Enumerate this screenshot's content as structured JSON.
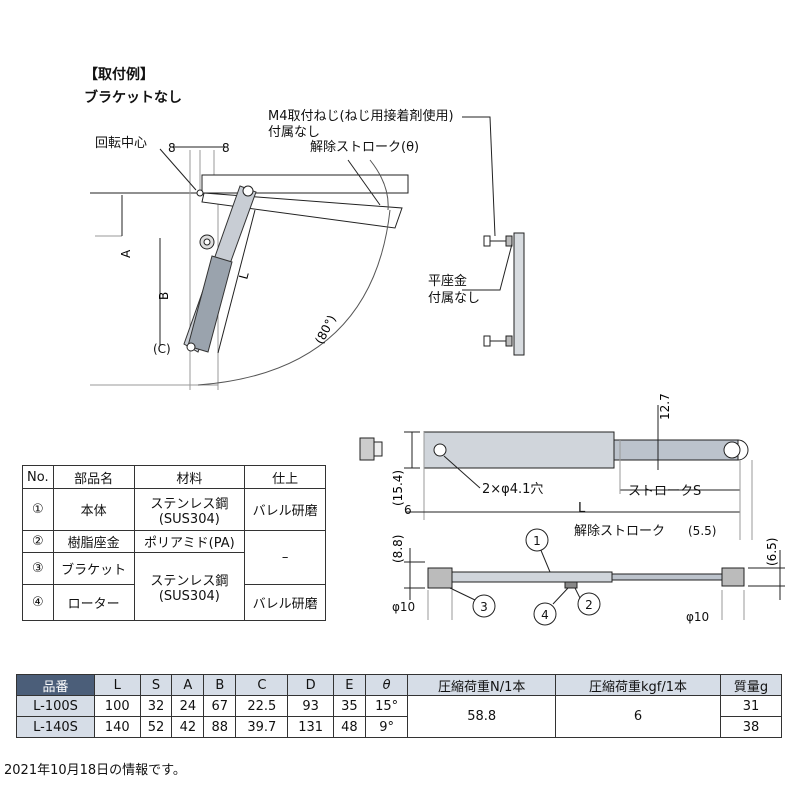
{
  "header": {
    "section": "【取付例】",
    "subtitle": "ブラケットなし"
  },
  "install": {
    "rotation_center": "回転中心",
    "dim_8_left": "8",
    "dim_8_right": "8",
    "release_stroke": "解除ストローク(θ)",
    "label_A": "A",
    "label_B": "B",
    "label_C": "(C)",
    "label_L": "L",
    "label_angle": "(80°)"
  },
  "screws": {
    "note_line1": "M4取付ねじ(ねじ用接着剤使用)",
    "note_line2": "付属なし",
    "washer_line1": "平座金",
    "washer_line2": "付属なし"
  },
  "top_view": {
    "dim_12_7": "12.7",
    "dim_15_4": "(15.4)",
    "holes": "2×φ4.1穴",
    "stroke_s": "ストロークS",
    "dim_6": "6",
    "dim_L": "L",
    "release_stroke": "解除ストローク",
    "dim_5_5": "(5.5)"
  },
  "side_view": {
    "dim_8_8": "(8.8)",
    "dim_6_5": "(6.5)",
    "phi10_left": "φ10",
    "phi10_right": "φ10",
    "callout_1": "1",
    "callout_2": "2",
    "callout_3": "3",
    "callout_4": "4"
  },
  "parts_table": {
    "headers": [
      "No.",
      "部品名",
      "材料",
      "仕上"
    ],
    "rows": [
      {
        "no": "①",
        "name": "本体",
        "material_1": "ステンレス鋼",
        "material_2": "(SUS304)",
        "finish": "バレル研磨"
      },
      {
        "no": "②",
        "name": "樹脂座金",
        "material_1": "ポリアミド(PA)",
        "finish": "–"
      },
      {
        "no": "③",
        "name": "ブラケット",
        "material_1": "ステンレス鋼",
        "material_2": "(SUS304)"
      },
      {
        "no": "④",
        "name": "ローター",
        "finish": "バレル研磨"
      }
    ]
  },
  "spec_table": {
    "headers": [
      "品番",
      "L",
      "S",
      "A",
      "B",
      "C",
      "D",
      "E",
      "θ",
      "圧縮荷重N/1本",
      "圧縮荷重kgf/1本",
      "質量g"
    ],
    "rows": [
      [
        "L-100S",
        "100",
        "32",
        "24",
        "67",
        "22.5",
        "93",
        "35",
        "15°",
        "31"
      ],
      [
        "L-140S",
        "140",
        "52",
        "42",
        "88",
        "39.7",
        "131",
        "48",
        "9°",
        "38"
      ]
    ],
    "load_n": "58.8",
    "load_kgf": "6"
  },
  "footer": {
    "note": "2021年10月18日の情報です。"
  }
}
